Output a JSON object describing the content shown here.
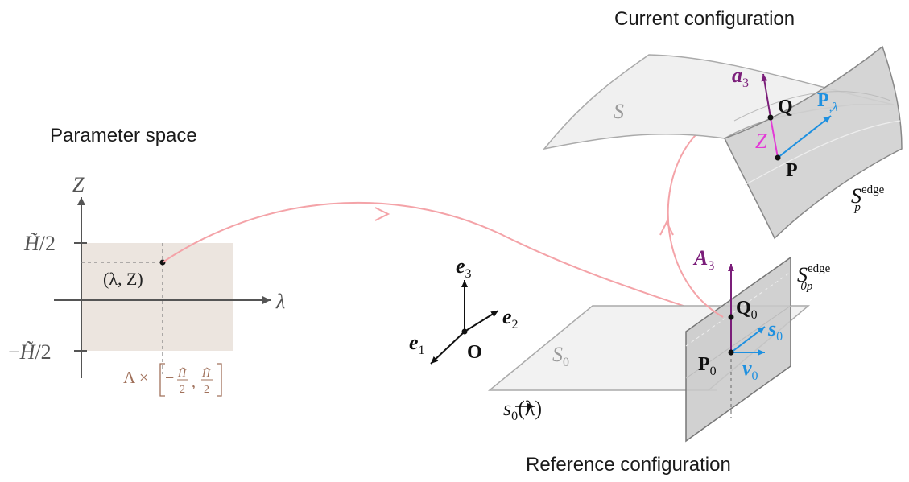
{
  "titles": {
    "parameter_space": "Parameter space",
    "current": "Current configuration",
    "reference": "Reference configuration"
  },
  "param": {
    "axis_z": "Z",
    "axis_lambda": "λ",
    "tick_top_H": "H̃",
    "tick_top_rest": "/2",
    "tick_bot_minus": "−",
    "tick_bot_H": "H̃",
    "tick_bot_rest": "/2",
    "point_label": "(λ, Z)",
    "domain_prefix": "Λ ×",
    "domain_frac_minus": "−",
    "domain_frac_num": "H̃",
    "domain_frac_den": "2",
    "domain_comma": ","
  },
  "frame": {
    "e3": "e",
    "e3_sub": "3",
    "e2": "e",
    "e2_sub": "2",
    "e1": "e",
    "e1_sub": "1",
    "origin": "O"
  },
  "reference": {
    "surface": "S",
    "surface_sub": "0",
    "curve": "s",
    "curve_sub": "0",
    "curve_arg": "(λ)",
    "edge": "S",
    "edge_sup": "edge",
    "edge_sub": "0p",
    "A3": "A",
    "A3_sub": "3",
    "Q0": "Q",
    "Q0_sub": "0",
    "P0": "P",
    "P0_sub": "0",
    "s0": "s",
    "s0_sub": "0",
    "nu0": "ν",
    "nu0_sub": "0"
  },
  "current": {
    "surface": "S",
    "edge": "S",
    "edge_sup": "edge",
    "edge_sub": "p",
    "a3": "a",
    "a3_sub": "3",
    "Q": "Q",
    "P": "P",
    "Plam": "P",
    "Plam_sub": ",λ",
    "Z": "Z"
  },
  "colors": {
    "purple": "#7b1e7a",
    "blue": "#1e90e0",
    "magenta": "#e23bd6",
    "tan": "#a0705a",
    "pink": "#f4a3a8",
    "gray": "#555555"
  }
}
